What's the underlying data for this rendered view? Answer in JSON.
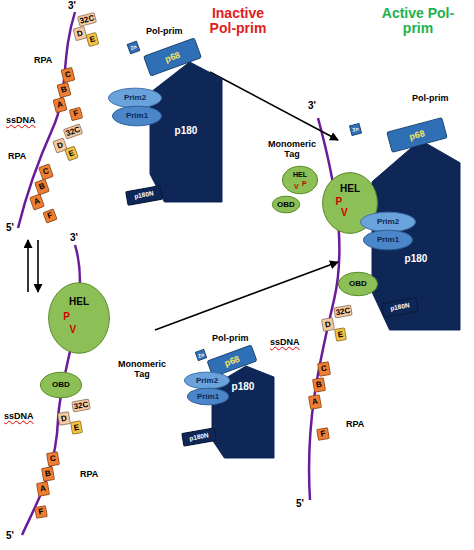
{
  "diagram": {
    "nodes": [
      {
        "text": [
          "32C"
        ]
      },
      {
        "text": [
          "D"
        ]
      },
      {
        "text": [
          "E"
        ]
      },
      {
        "text": [
          "C"
        ]
      },
      {
        "text": [
          "B"
        ]
      },
      {
        "text": [
          "A"
        ]
      },
      {
        "text": [
          "F"
        ]
      },
      {
        "text": [
          "32C"
        ]
      },
      {
        "text": [
          "D"
        ]
      },
      {
        "text": [
          "E"
        ]
      },
      {
        "text": [
          "C"
        ]
      },
      {
        "text": [
          "B"
        ]
      },
      {
        "text": [
          "A"
        ]
      },
      {
        "text": [
          "F"
        ]
      },
      {
        "text": [
          "Zn"
        ]
      },
      {
        "text": [
          "p68"
        ]
      },
      {
        "text": [
          "Prim2"
        ]
      },
      {
        "text": [
          "Prim1"
        ]
      },
      {
        "text": [
          "p180"
        ]
      },
      {
        "text": [
          "p180N"
        ]
      },
      {
        "text": [
          "HEL",
          "V",
          "P"
        ]
      },
      {
        "text": [
          "OBD"
        ]
      },
      {
        "text": [
          "HEL",
          "V",
          "P"
        ]
      },
      {
        "text": [
          "OBD"
        ]
      },
      {
        "text": [
          "32C"
        ]
      },
      {
        "text": [
          "D"
        ]
      },
      {
        "text": [
          "E"
        ]
      },
      {
        "text": [
          "C"
        ]
      },
      {
        "text": [
          "B"
        ]
      },
      {
        "text": [
          "A"
        ]
      },
      {
        "text": [
          "F"
        ]
      },
      {
        "text": [
          "Zn"
        ]
      },
      {
        "text": [
          "p68"
        ]
      },
      {
        "text": [
          "Prim2"
        ]
      },
      {
        "text": [
          "Prim1"
        ]
      },
      {
        "text": [
          "p180"
        ]
      },
      {
        "text": [
          "p180N"
        ]
      },
      {
        "text": [
          "Zn"
        ]
      },
      {
        "text": [
          "p68"
        ]
      },
      {
        "text": [
          "HEL",
          "V",
          "P"
        ]
      },
      {
        "text": [
          "Prim2"
        ]
      },
      {
        "text": [
          "Prim1"
        ]
      },
      {
        "text": [
          "p180"
        ]
      },
      {
        "text": [
          "OBD"
        ]
      },
      {
        "text": [
          "p180N"
        ]
      },
      {
        "text": [
          "32C"
        ]
      },
      {
        "text": [
          "D"
        ]
      },
      {
        "text": [
          "E"
        ]
      },
      {
        "text": [
          "C"
        ]
      },
      {
        "text": [
          "B"
        ]
      },
      {
        "text": [
          "A"
        ]
      },
      {
        "text": [
          "F"
        ]
      }
    ],
    "labels": [
      "Inactive Pol-prim",
      "Active Pol-prim",
      "3'",
      "RPA",
      "ssDNA",
      "RPA",
      "5'",
      "Pol-prim",
      "Monomeric Tag",
      "3'",
      "Monomeric Tag",
      "ssDNA",
      "RPA",
      "5'",
      "Pol-prim",
      "Pol-prim",
      "3'",
      "ssDNA",
      "RPA",
      "5'"
    ]
  }
}
